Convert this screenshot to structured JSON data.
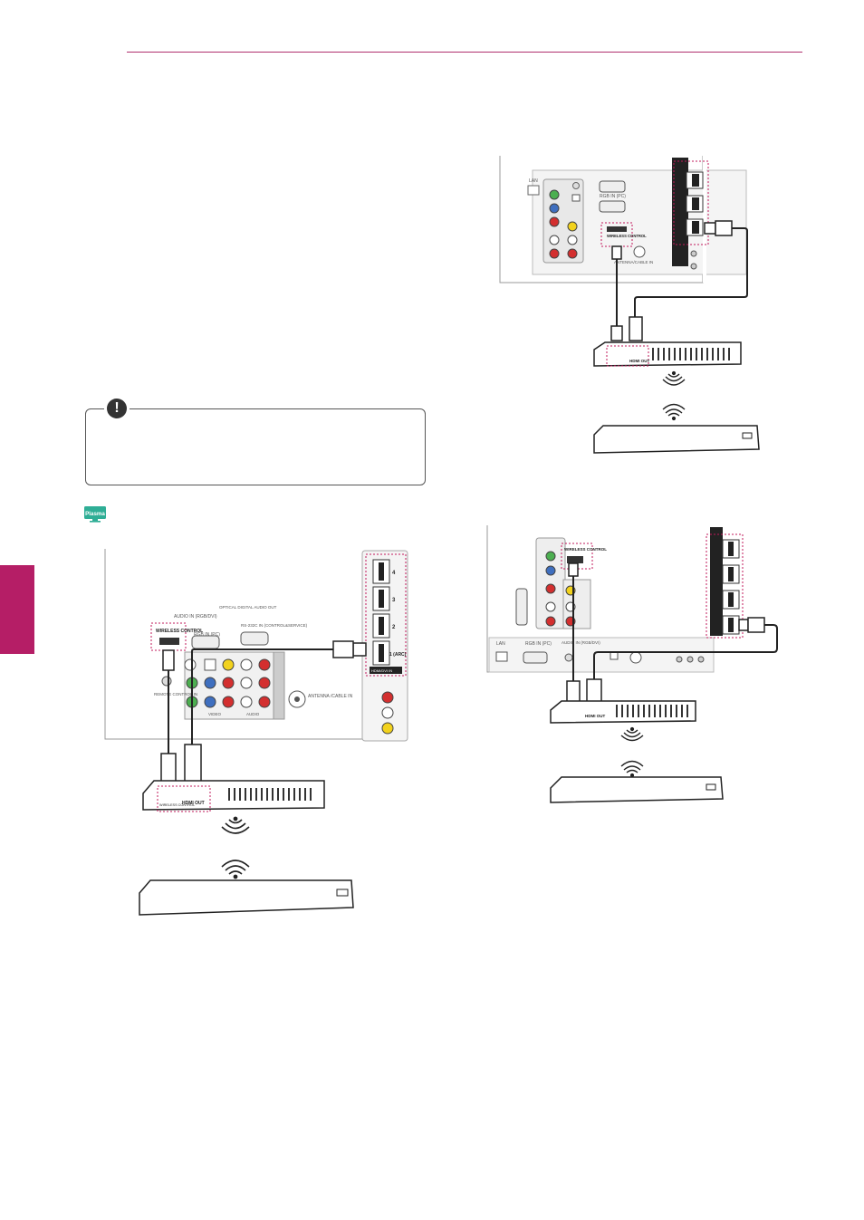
{
  "note": {
    "icon_glyph": "!"
  },
  "model_badge": {
    "label": "Plasma",
    "color": "#2fae96"
  },
  "diagram_top_right": {
    "lan": "LAN",
    "rgb_in": "RGB IN (PC)",
    "wireless_control": "WIRELESS CONTROL",
    "antenna": "ANTENNA/CABLE IN",
    "hdmi_out": "HDMI OUT"
  },
  "diagram_left": {
    "audio_in": "AUDIO IN (RGB/DVI)",
    "rgb_in": "RGB IN (PC)",
    "optical": "OPTICAL DIGITAL AUDIO OUT",
    "rs232c": "RS-232C IN (CONTROL&SERVICE)",
    "wireless_control": "WIRELESS CONTROL",
    "remote_control_in": "REMOTE CONTROL IN",
    "antenna": "ANTENNA /CABLE IN",
    "video": "VIDEO",
    "audio": "AUDIO",
    "hdmi_ports": [
      "4",
      "3",
      "2",
      "1 (ARC)"
    ],
    "hdmi_label": "HDMI/DVI IN",
    "hdmi_out": "HDMI OUT",
    "device_control_label": "WIRELESS CONTROL"
  },
  "diagram_bottom_right": {
    "lan": "LAN",
    "rgb_in": "RGB IN (PC)",
    "audio_in": "AUDIO IN (RGB/DVI)",
    "wireless_control": "WIRELESS CONTROL",
    "hdmi_out": "HDMI OUT"
  },
  "colors": {
    "accent": "#b0306e",
    "side_tab": "#b51e66",
    "highlight_dash": "#c2185b"
  }
}
